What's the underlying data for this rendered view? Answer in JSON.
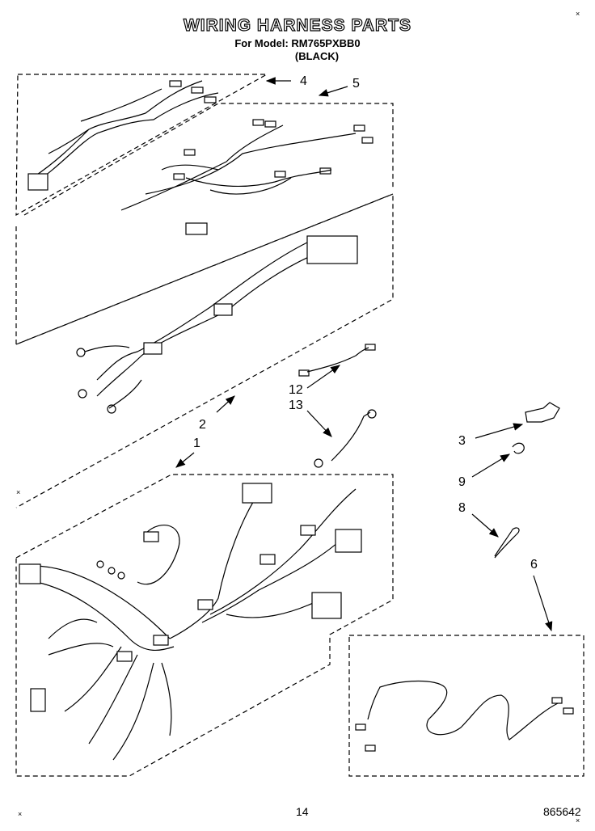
{
  "title": "WIRING HARNESS PARTS",
  "subtitle": "For Model: RM765PXBB0",
  "color_note": "(BLACK)",
  "page_number": "14",
  "doc_number": "865642",
  "callouts": [
    "1",
    "2",
    "3",
    "4",
    "5",
    "6",
    "8",
    "9",
    "12",
    "13"
  ]
}
